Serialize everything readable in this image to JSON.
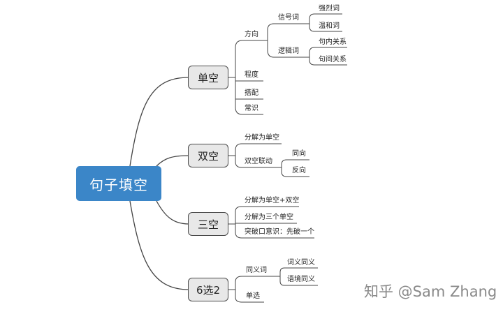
{
  "mindmap": {
    "root": "句子填空",
    "branches": [
      {
        "label": "单空",
        "children": [
          {
            "label": "方向",
            "children": [
              {
                "label": "信号词",
                "children": [
                  {
                    "label": "强烈词"
                  },
                  {
                    "label": "温和词"
                  }
                ]
              },
              {
                "label": "逻辑词",
                "children": [
                  {
                    "label": "句内关系"
                  },
                  {
                    "label": "句间关系"
                  }
                ]
              }
            ]
          },
          {
            "label": "程度"
          },
          {
            "label": "搭配"
          },
          {
            "label": "常识"
          }
        ]
      },
      {
        "label": "双空",
        "children": [
          {
            "label": "分解为单空"
          },
          {
            "label": "双空联动",
            "children": [
              {
                "label": "同向"
              },
              {
                "label": "反向"
              }
            ]
          }
        ]
      },
      {
        "label": "三空",
        "children": [
          {
            "label": "分解为单空+双空"
          },
          {
            "label": "分解为三个单空"
          },
          {
            "label": "突破口意识：先破一个"
          }
        ]
      },
      {
        "label": "6选2",
        "children": [
          {
            "label": "同义词",
            "children": [
              {
                "label": "词义同义"
              },
              {
                "label": "语境同义"
              }
            ]
          },
          {
            "label": "单选"
          }
        ]
      }
    ]
  },
  "watermark": "知乎 @Sam Zhang",
  "colors": {
    "root_fill": "#3b86c8",
    "branch_fill": "#e8e8e8",
    "line": "#444444"
  }
}
